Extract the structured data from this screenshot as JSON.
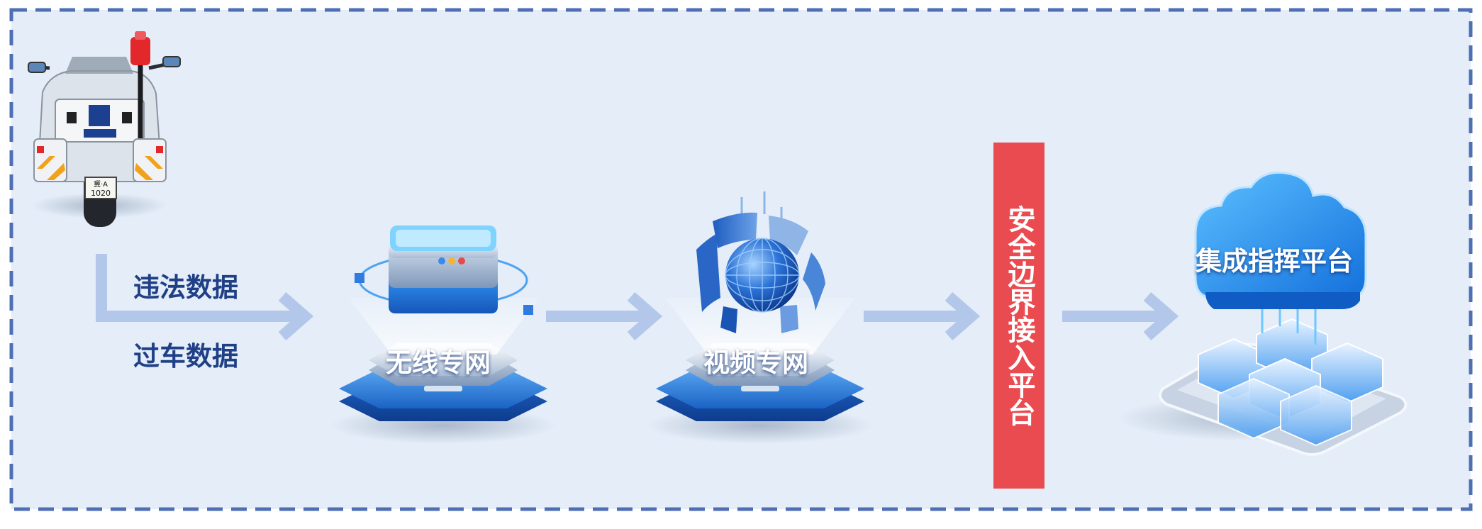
{
  "source": {
    "labels": [
      "违法数据",
      "过车数据"
    ]
  },
  "nodes": [
    {
      "id": "wireless",
      "label": "无线专网"
    },
    {
      "id": "video",
      "label": "视频专网"
    },
    {
      "id": "security",
      "label": "安全边界接入平台"
    },
    {
      "id": "platform",
      "label": "集成指挥平台"
    }
  ],
  "motorcycle": {
    "plate": "冀·A 1020"
  },
  "colors": {
    "background": "#e4edf8",
    "border": "#4f6fb5",
    "arrow": "#b3c7ea",
    "label_dark": "#1f3f86",
    "security_bar": "#ea4b50",
    "platform_blue": "#1877e0"
  }
}
